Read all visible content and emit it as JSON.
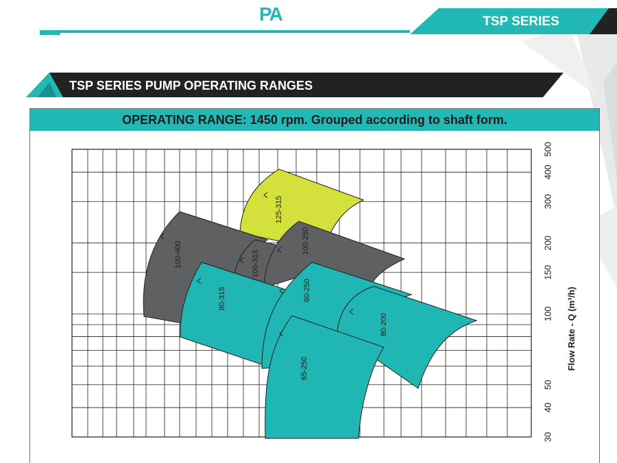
{
  "header": {
    "logo_text": "PA",
    "series_label": "TSP SERIES"
  },
  "section": {
    "title": "TSP SERIES PUMP OPERATING RANGES"
  },
  "panel": {
    "title": "OPERATING RANGE: 1450 rpm. Grouped according to shaft form."
  },
  "colors": {
    "teal": "#22b8b6",
    "dark": "#222222",
    "gray_zone": "#5f6062",
    "teal_zone": "#1fb6b4",
    "yellow_zone": "#d4e03c",
    "logo_dark": "#1d1d1b"
  },
  "chart_data": {
    "type": "area",
    "ylabel": "Flow Rate - Q (m³/h)",
    "y_scale": "log",
    "ylim": [
      30,
      500
    ],
    "y_ticks": [
      30,
      40,
      50,
      100,
      150,
      200,
      300,
      400,
      500
    ],
    "zones": [
      {
        "name": "125-315",
        "group": "yellow"
      },
      {
        "name": "100-400",
        "group": "gray"
      },
      {
        "name": "100-315",
        "group": "gray"
      },
      {
        "name": "100-250",
        "group": "gray"
      },
      {
        "name": "80-315",
        "group": "teal"
      },
      {
        "name": "80-250",
        "group": "teal"
      },
      {
        "name": "80-200",
        "group": "teal"
      },
      {
        "name": "65-250",
        "group": "teal"
      }
    ]
  }
}
